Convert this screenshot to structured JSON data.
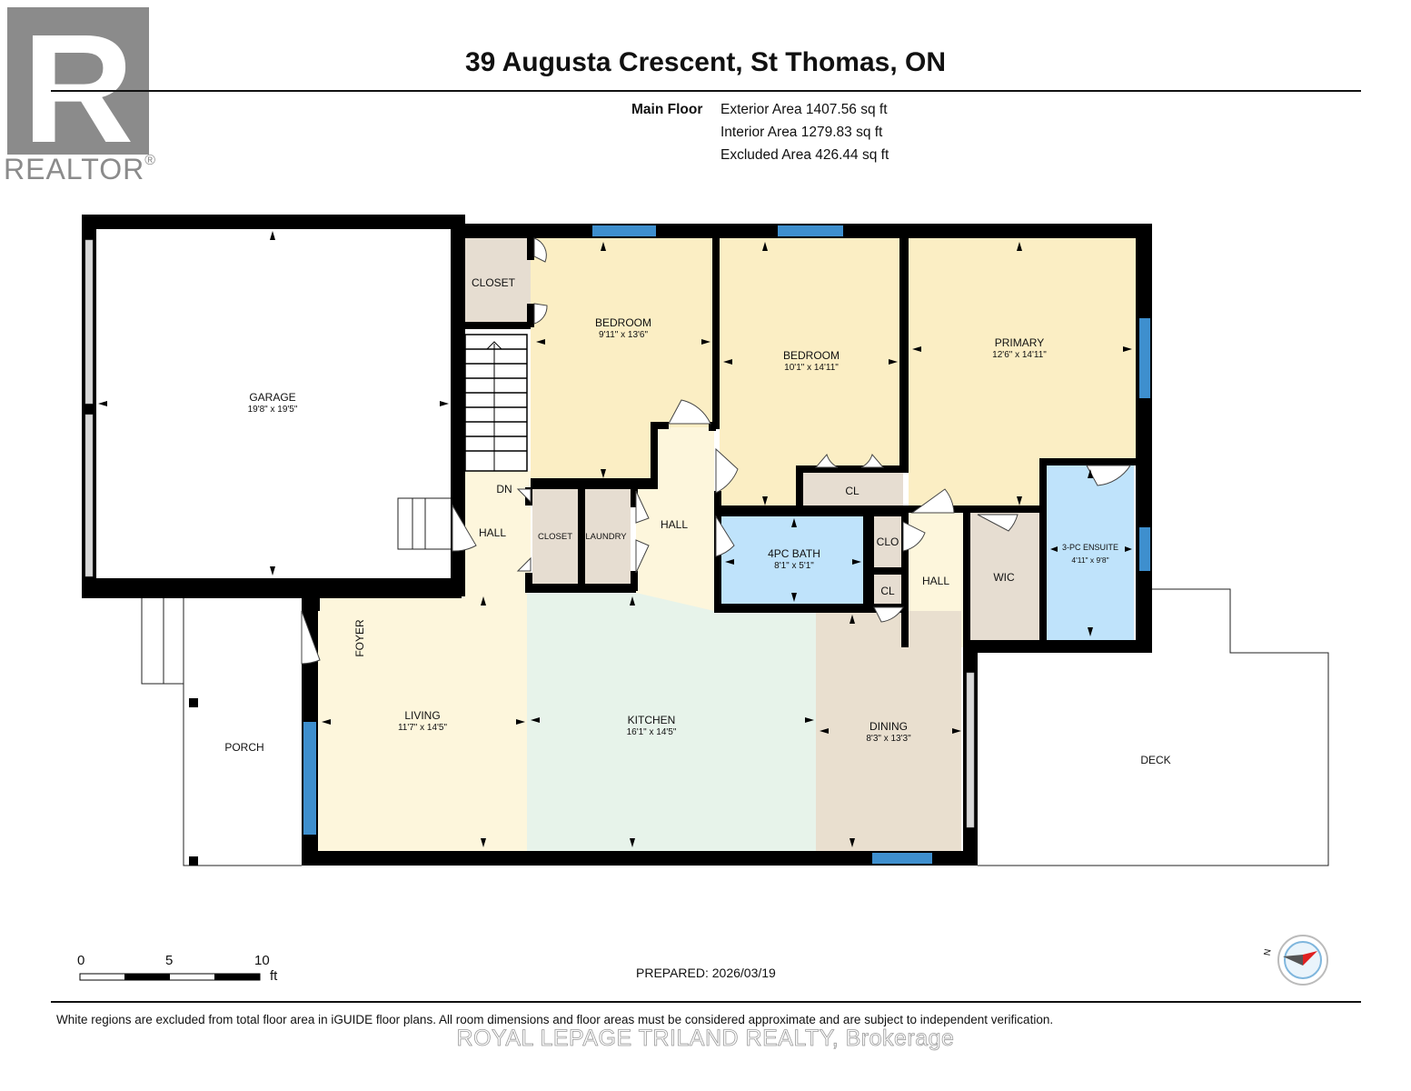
{
  "logo": {
    "letter": "R",
    "brand": "REALTOR",
    "mark": "®"
  },
  "header": {
    "title": "39 Augusta Crescent, St Thomas, ON"
  },
  "areas": {
    "floor_label": "Main Floor",
    "rows": [
      "Exterior Area 1407.56 sq ft",
      "Interior Area 1279.83 sq ft",
      "Excluded Area 426.44 sq ft"
    ]
  },
  "rooms": {
    "garage": {
      "name": "GARAGE",
      "dim": "19'8\" x 19'5\""
    },
    "closet_top": {
      "name": "CLOSET"
    },
    "bedroom1": {
      "name": "BEDROOM",
      "dim": "9'11\" x 13'6\""
    },
    "bedroom2": {
      "name": "BEDROOM",
      "dim": "10'1\" x 14'11\""
    },
    "primary": {
      "name": "PRIMARY",
      "dim": "12'6\" x 14'11\""
    },
    "dn": {
      "name": "DN"
    },
    "hall1": {
      "name": "HALL"
    },
    "closet2": {
      "name": "CLOSET"
    },
    "laundry": {
      "name": "LAUNDRY"
    },
    "hall2": {
      "name": "HALL"
    },
    "cl1": {
      "name": "CL"
    },
    "bath": {
      "name": "4PC BATH",
      "dim": "8'1\" x 5'1\""
    },
    "clo": {
      "name": "CLO"
    },
    "cl2": {
      "name": "CL"
    },
    "hall3": {
      "name": "HALL"
    },
    "wic": {
      "name": "WIC"
    },
    "ensuite": {
      "name": "3-PC ENSUITE",
      "dim": "4'11\" x 9'8\""
    },
    "foyer": {
      "name": "FOYER"
    },
    "porch": {
      "name": "PORCH"
    },
    "living": {
      "name": "LIVING",
      "dim": "11'7\" x 14'5\""
    },
    "kitchen": {
      "name": "KITCHEN",
      "dim": "16'1\" x 14'5\""
    },
    "dining": {
      "name": "DINING",
      "dim": "8'3\" x 13'3\""
    },
    "deck": {
      "name": "DECK"
    }
  },
  "scale": {
    "labels": [
      "0",
      "5",
      "10"
    ],
    "unit": "ft"
  },
  "prepared": "PREPARED: 2026/03/19",
  "compass": {
    "label": "N"
  },
  "footer": {
    "note": "White regions are excluded from total floor area in iGUIDE floor plans. All room dimensions and floor areas must be considered approximate and are subject to independent verification.",
    "brokerage": "ROYAL LEPAGE TRILAND REALTY, Brokerage"
  },
  "colors": {
    "wall": "#000000",
    "bedroom": "#fbeec4",
    "hall": "#fdf6dc",
    "kitchen": "#e7f3ea",
    "dining": "#e9dfcf",
    "closet": "#e6ddd1",
    "bath": "#bfe3fb",
    "window": "#3e8fce"
  }
}
